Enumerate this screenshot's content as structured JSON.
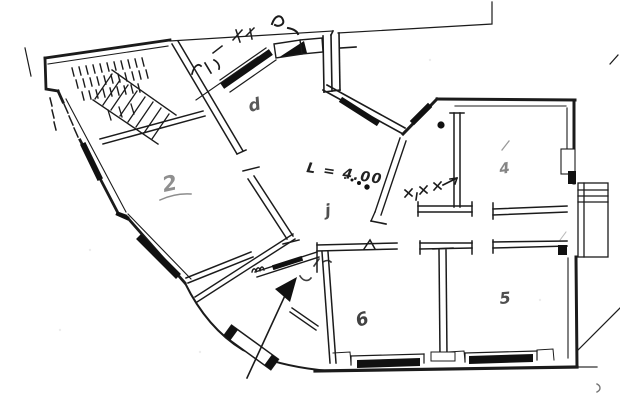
{
  "annotations": {
    "dimension_note": "L = 4.00",
    "room_marks": [
      "2",
      "d",
      "j",
      "4",
      "6",
      "5"
    ]
  },
  "colors": {
    "ink": "#1b1b1b",
    "paper": "#ffffff"
  }
}
